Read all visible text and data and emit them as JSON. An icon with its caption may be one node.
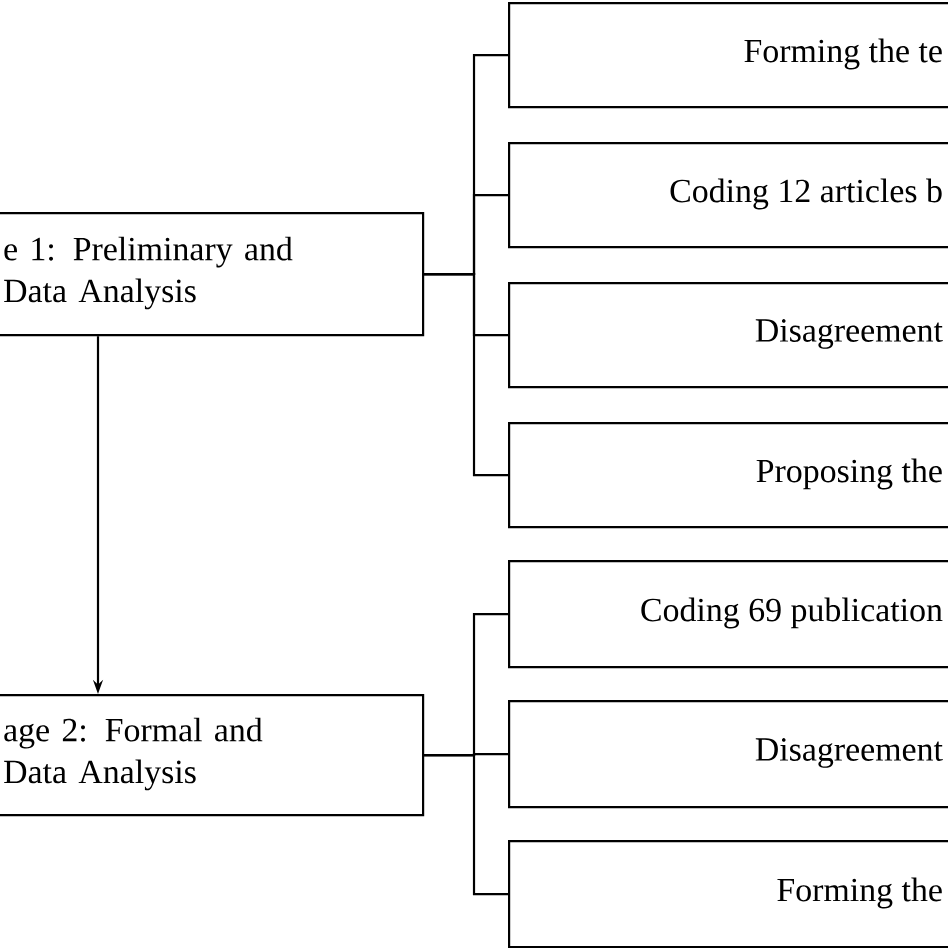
{
  "diagram": {
    "nodes": [
      {
        "text": [
          "e 1: Preliminary and Data Analysis"
        ]
      },
      {
        "text": [
          "age 2: Formal and Data Analysis"
        ]
      },
      {
        "text": [
          "Forming the te"
        ]
      },
      {
        "text": [
          "Coding 12 articles b"
        ]
      },
      {
        "text": [
          "Disagreement"
        ]
      },
      {
        "text": [
          "Proposing the"
        ]
      },
      {
        "text": [
          "Coding 69 publication"
        ]
      },
      {
        "text": [
          "Disagreement"
        ]
      },
      {
        "text": [
          "Forming the"
        ]
      }
    ],
    "edges": [
      {
        "from": 0,
        "to": 1,
        "arrow": "to"
      },
      {
        "from": 0,
        "to": 2,
        "arrow": "none"
      },
      {
        "from": 0,
        "to": 3,
        "arrow": "none"
      },
      {
        "from": 0,
        "to": 4,
        "arrow": "none"
      },
      {
        "from": 0,
        "to": 5,
        "arrow": "none"
      },
      {
        "from": 1,
        "to": 6,
        "arrow": "none"
      },
      {
        "from": 1,
        "to": 7,
        "arrow": "none"
      },
      {
        "from": 1,
        "to": 8,
        "arrow": "none"
      }
    ]
  }
}
